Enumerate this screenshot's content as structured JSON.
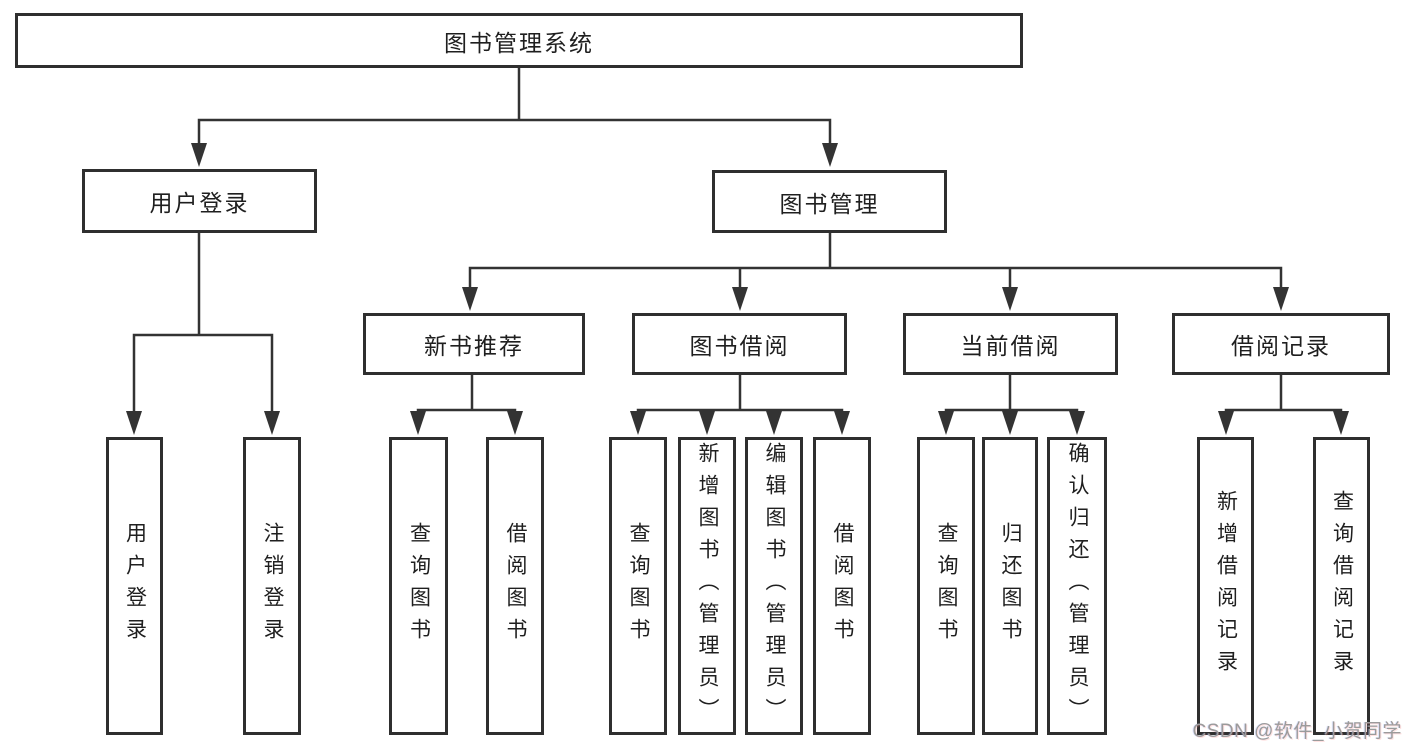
{
  "diagram": {
    "root_label": "图书管理系统",
    "login_branch": {
      "label": "用户登录",
      "children": [
        "用户登录",
        "注销登录"
      ]
    },
    "management_branch": {
      "label": "图书管理",
      "groups": [
        {
          "label": "新书推荐",
          "children": [
            "查询图书",
            "借阅图书"
          ]
        },
        {
          "label": "图书借阅",
          "children": [
            "查询图书",
            "新增图书（管理员）",
            "编辑图书（管理员）",
            "借阅图书"
          ]
        },
        {
          "label": "当前借阅",
          "children": [
            "查询图书",
            "归还图书",
            "确认归还（管理员）"
          ]
        },
        {
          "label": "借阅记录",
          "children": [
            "新增借阅记录",
            "查询借阅记录"
          ]
        }
      ]
    },
    "watermark": "CSDN @软件_小贺同学",
    "colors": {
      "line": "#333333",
      "text": "#1f1f1f",
      "watermark": "#9b9b9b"
    }
  }
}
